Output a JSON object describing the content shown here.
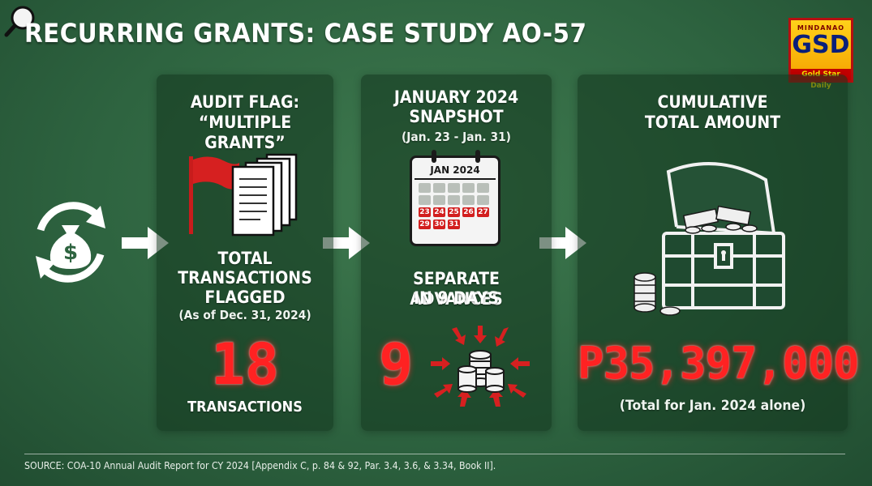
{
  "title": "RECURRING GRANTS: CASE STUDY AO-57",
  "brand": {
    "top": "MINDANAO",
    "mid": "GSD",
    "bottom": "Gold Star Daily"
  },
  "panel1": {
    "heading_line1": "AUDIT FLAG:",
    "heading_line2": "“MULTIPLE GRANTS”",
    "label_line1": "TOTAL",
    "label_line2": "TRANSACTIONS",
    "label_line3": "FLAGGED",
    "note": "(As of Dec. 31, 2024)",
    "count": "18",
    "unit": "TRANSACTIONS"
  },
  "panel2": {
    "heading_line1": "JANUARY 2024",
    "heading_line2": "SNAPSHOT",
    "range": "(Jan. 23 - Jan. 31)",
    "calendar_title": "JAN 2024",
    "calendar_days_row1": [
      "23",
      "24",
      "25",
      "26",
      "27"
    ],
    "calendar_days_row2": [
      "29",
      "30",
      "31"
    ],
    "label_line1": "SEPARATE ADVANCES",
    "label_line2": "IN 9 DAYS",
    "count": "9"
  },
  "panel3": {
    "heading_line1": "CUMULATIVE",
    "heading_line2": "TOTAL AMOUNT",
    "amount": "P35,397,000",
    "note": "(Total for Jan. 2024 alone)"
  },
  "source": "SOURCE: COA-10 Annual Audit Report for CY 2024 [Appendix C, p. 84 & 92, Par. 3.4, 3.6, & 3.34, Book II].",
  "colors": {
    "background": "#2e6440",
    "highlight": "#ff2222",
    "flag": "#d62020"
  }
}
